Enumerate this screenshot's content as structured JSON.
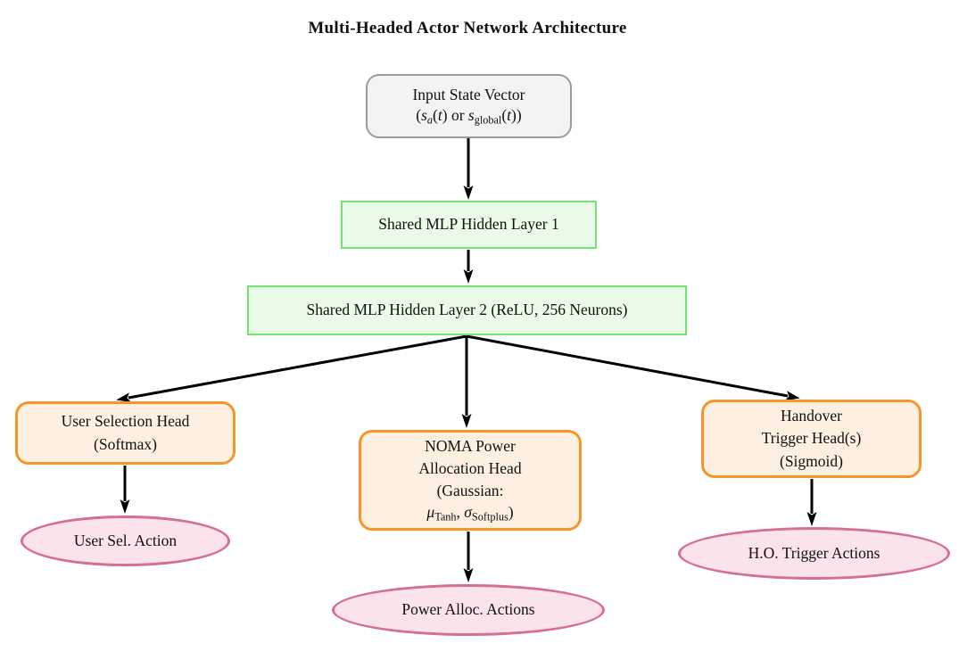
{
  "title": "Multi-Headed Actor Network Architecture",
  "colors": {
    "input_border": "#9b9b9b",
    "input_fill": "#f3f3f3",
    "green_border": "#71e471",
    "green_fill": "#eafbe8",
    "orange_border": "#f6952b",
    "orange_fill": "#fdf0e0",
    "pink_border": "#d5708f",
    "pink_fill": "#fae3ed",
    "arrow": "#000000"
  },
  "nodes": {
    "input": {
      "line1": "Input State Vector",
      "math": [
        {
          "t": "("
        },
        {
          "t": "s"
        },
        {
          "t": "a"
        },
        {
          "t": "("
        },
        {
          "t": "t"
        },
        {
          "t": ")"
        },
        {
          "t": " or "
        },
        {
          "t": "s"
        },
        {
          "t": "global"
        },
        {
          "t": "("
        },
        {
          "t": "t"
        },
        {
          "t": ")"
        },
        {
          "t": ")"
        }
      ]
    },
    "shared1": {
      "label": "Shared MLP Hidden Layer 1"
    },
    "shared2": {
      "label": "Shared MLP Hidden Layer 2 (ReLU, 256 Neurons)"
    },
    "head_user": {
      "line1": "User Selection Head",
      "line2": "(Softmax)"
    },
    "head_noma": {
      "line1": "NOMA Power",
      "line2": "Allocation Head",
      "line3": "(Gaussian:",
      "math": [
        {
          "t": "μ"
        },
        {
          "t": "Tanh"
        },
        {
          "t": ", "
        },
        {
          "t": "σ"
        },
        {
          "t": "Softplus"
        },
        {
          "t": ")"
        }
      ]
    },
    "head_handover": {
      "line1": "Handover",
      "line2": "Trigger Head(s)",
      "line3": "(Sigmoid)"
    },
    "action_user": {
      "label": "User Sel. Action"
    },
    "action_power": {
      "label": "Power Alloc. Actions"
    },
    "action_handover": {
      "label": "H.O. Trigger Actions"
    }
  }
}
